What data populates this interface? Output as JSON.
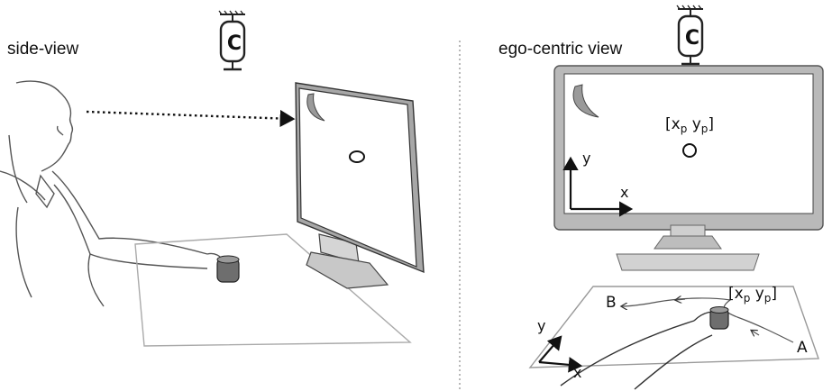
{
  "panels": {
    "left": {
      "title": "side-view"
    },
    "right": {
      "title": "ego-centric view"
    }
  },
  "camera": {
    "label": "C"
  },
  "screen_target": {
    "bracket_open": "[",
    "x": "x",
    "x_sub": "p",
    "y": "y",
    "y_sub": "p",
    "bracket_close": "]"
  },
  "screen_axes": {
    "x": "x",
    "y": "y"
  },
  "table_axes": {
    "x": "x",
    "y": "y"
  },
  "path": {
    "start": "A",
    "end": "B"
  },
  "table_target": {
    "bracket_open": "[",
    "x": "x",
    "x_sub": "p",
    "y": "y",
    "y_sub": "p",
    "bracket_close": "]"
  }
}
